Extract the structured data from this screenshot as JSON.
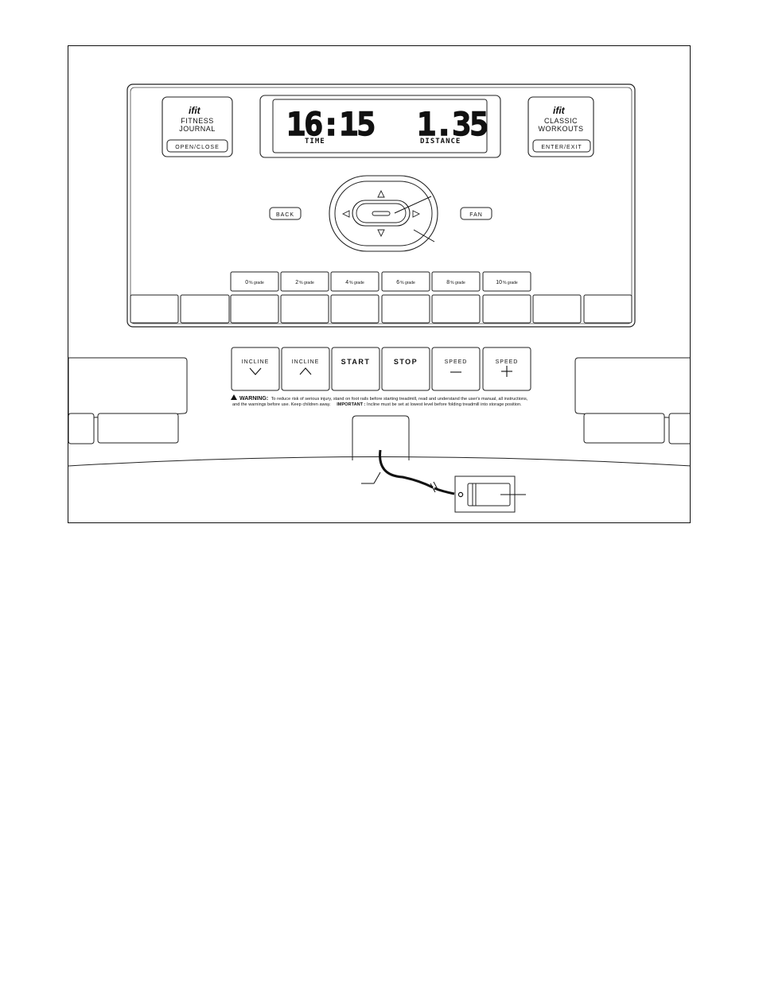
{
  "ifit_journal": {
    "brand": "ifit",
    "line1": "FITNESS",
    "line2": "JOURNAL",
    "button": "OPEN/CLOSE"
  },
  "ifit_classic": {
    "brand": "ifit",
    "line1": "CLASSIC",
    "line2": "WORKOUTS",
    "button": "ENTER/EXIT"
  },
  "display": {
    "time_value": "16:15",
    "time_label": "TIME",
    "distance_value": "1.35",
    "distance_label": "DISTANCE"
  },
  "nav": {
    "back": "BACK",
    "fan": "FAN"
  },
  "grade_buttons": [
    {
      "num": "0",
      "unit": "% grade"
    },
    {
      "num": "2",
      "unit": "% grade"
    },
    {
      "num": "4",
      "unit": "% grade"
    },
    {
      "num": "6",
      "unit": "% grade"
    },
    {
      "num": "8",
      "unit": "% grade"
    },
    {
      "num": "10",
      "unit": "% grade"
    }
  ],
  "controls": {
    "incline_down": "INCLINE",
    "incline_up": "INCLINE",
    "start": "START",
    "stop": "STOP",
    "speed_down": "SPEED",
    "speed_up": "SPEED"
  },
  "warning": {
    "heading": "WARNING:",
    "line1": "To reduce risk of serious injury, stand on foot rails before starting treadmill, read and understand the user's manual, all instructions,",
    "line2_start": "and the warnings before use.  Keep children away.",
    "important": "IMPORTANT :",
    "line2_end": "Incline must be set at lowest level before folding treadmill into storage position."
  }
}
